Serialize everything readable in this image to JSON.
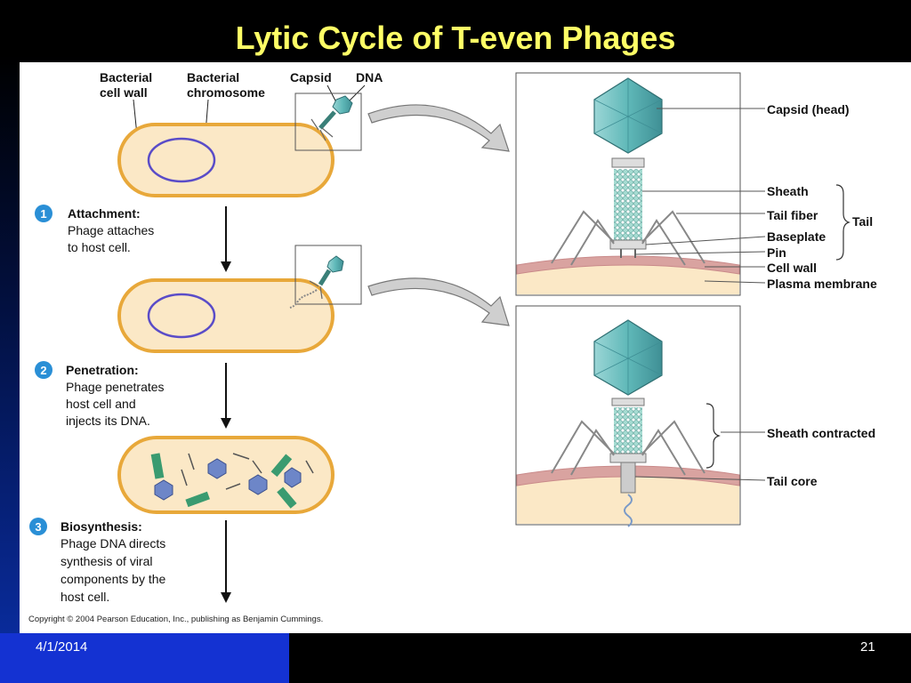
{
  "slide": {
    "title": "Lytic Cycle of T-even Phages",
    "date": "4/1/2014",
    "page_number": "21"
  },
  "diagram": {
    "top_labels": {
      "cell_wall_line1": "Bacterial",
      "cell_wall_line2": "cell wall",
      "chromosome_line1": "Bacterial",
      "chromosome_line2": "chromosome",
      "capsid": "Capsid",
      "dna": "DNA"
    },
    "steps": [
      {
        "number": "1",
        "title": "Attachment:",
        "lines": [
          "Phage attaches",
          "to host cell."
        ]
      },
      {
        "number": "2",
        "title": "Penetration:",
        "lines": [
          "Phage penetrates",
          "host cell and",
          "injects its DNA."
        ]
      },
      {
        "number": "3",
        "title": "Biosynthesis:",
        "lines": [
          "Phage DNA directs",
          "synthesis of viral",
          "components by the",
          "host cell."
        ]
      }
    ],
    "detail_top_labels": {
      "capsid_head": "Capsid (head)",
      "sheath": "Sheath",
      "tail_fiber": "Tail fiber",
      "tail": "Tail",
      "baseplate": "Baseplate",
      "pin": "Pin",
      "cell_wall": "Cell wall",
      "plasma_membrane": "Plasma membrane"
    },
    "detail_bottom_labels": {
      "sheath_contracted": "Sheath contracted",
      "tail_core": "Tail core"
    },
    "copyright": "Copyright © 2004 Pearson Education, Inc., publishing as Benjamin Cummings."
  },
  "colors": {
    "title": "#ffff66",
    "footer_bar": "#1432d2",
    "cell_fill": "#fbe8c6",
    "cell_border": "#e8a83a",
    "chromosome": "#5a4cc8",
    "phage_teal": "#5fb8b8",
    "step_badge": "#2a8fd6",
    "membrane": "#c98a8a"
  }
}
